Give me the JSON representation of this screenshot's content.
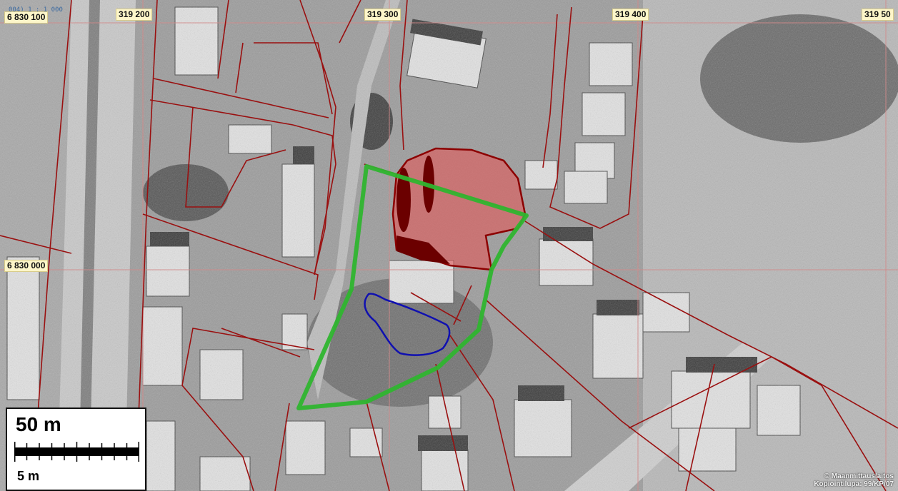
{
  "map": {
    "coordinates": {
      "x_319200": "319 200",
      "x_319300": "319 300",
      "x_319400": "319 400",
      "x_319500": "319 50",
      "y_6830100": "6 830 100",
      "y_6830000": "6 830 000"
    },
    "scale_ratio_text": "004) 1 : 1 000",
    "scalebar": {
      "top_label": "50 m",
      "bottom_label": "5 m"
    },
    "copyright": {
      "line1": "© Maanmittauslaitos",
      "line2": "Kopiointilupa: 99/KP/07"
    },
    "colors": {
      "parcel_boundary": "#9a1010",
      "green_area": "#2fb52f",
      "blue_area": "#1010b0",
      "red_fill": "#e05a5a",
      "red_outline": "#8c0000",
      "grid": "#d28a8a"
    }
  }
}
